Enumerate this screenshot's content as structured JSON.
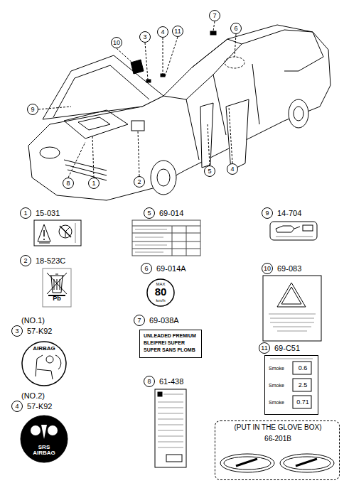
{
  "diagram": {
    "nodes": [
      {
        "text": [
          "Pb"
        ]
      },
      {
        "text": [
          "MAX",
          "80",
          "km/h"
        ]
      },
      {
        "text": [
          "AIRBAG"
        ]
      },
      {
        "text": [
          "UNLEADED PREMIUM",
          "BLEIFREI SUPER",
          "SUPER SANS PLOMB"
        ]
      },
      {
        "text": [
          "Smoke",
          "0.6",
          "Smoke",
          "2.5",
          "Smoke",
          "0.71"
        ]
      },
      {
        "text": [
          "SRS AIRBAG"
        ]
      },
      {
        "text": [
          "(PUT IN THE GLOVE BOX)",
          "66-201B"
        ]
      }
    ],
    "labels": [
      "7",
      "6",
      "10",
      "3",
      "4",
      "11",
      "9",
      "2",
      "5",
      "4",
      "8",
      "1",
      "1",
      "15-031",
      "5",
      "69-014",
      "9",
      "14-704",
      "2",
      "18-523C",
      "6",
      "69-014A",
      "10",
      "69-083",
      "(NO.1)",
      "3",
      "57-K92",
      "7",
      "69-038A",
      "11",
      "69-C51",
      "(NO.2)",
      "4",
      "57-K92",
      "8",
      "61-438"
    ]
  }
}
